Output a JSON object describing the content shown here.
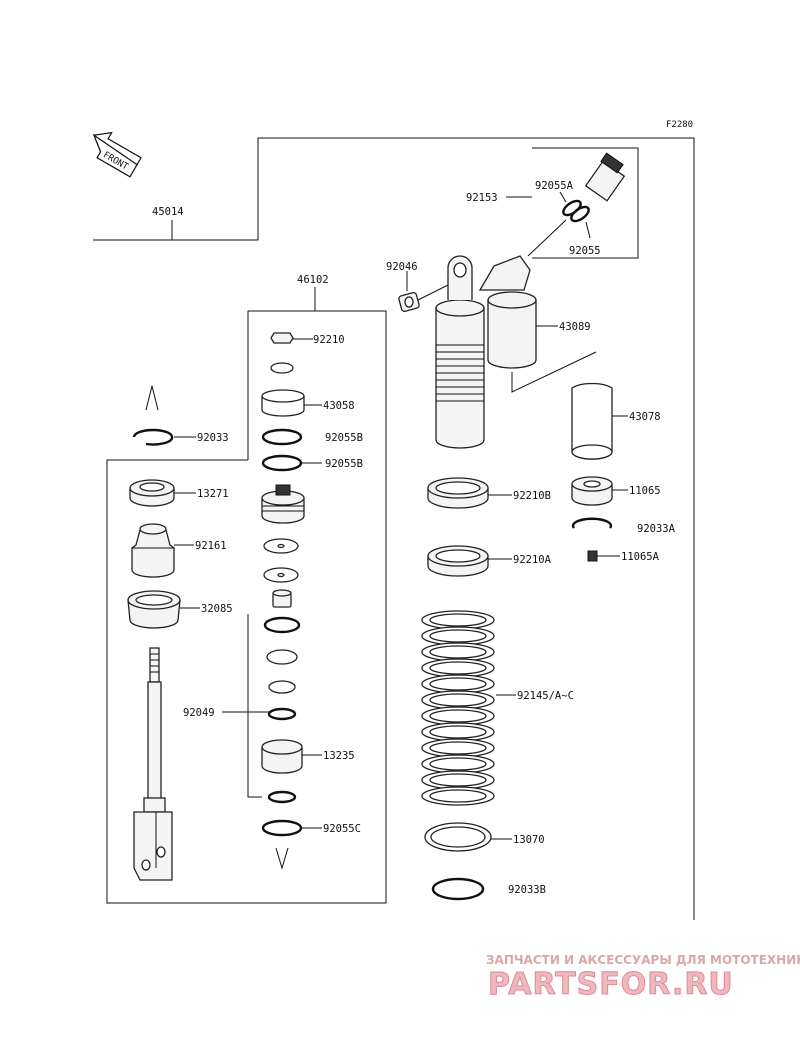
{
  "figure_code": "F2280",
  "front_label": "FRONT",
  "parts": {
    "p45014": "45014",
    "p46102": "46102",
    "p92210": "92210",
    "p43058": "43058",
    "p92055B_1": "92055B",
    "p92055B_2": "92055B",
    "p92033": "92033",
    "p13271": "13271",
    "p92161": "92161",
    "p32085": "32085",
    "p92049": "92049",
    "p13235": "13235",
    "p92055C": "92055C",
    "p92153": "92153",
    "p92055A": "92055A",
    "p92055": "92055",
    "p92046": "92046",
    "p43089": "43089",
    "p43078": "43078",
    "p92210B": "92210B",
    "p11065": "11065",
    "p92033A": "92033A",
    "p92210A": "92210A",
    "p11065A": "11065A",
    "p92145": "92145/A~C",
    "p13070": "13070",
    "p92033B": "92033B"
  },
  "watermark": {
    "top": "ЗАПЧАСТИ И АКСЕССУАРЫ ДЛЯ МОТОТЕХНИКИ",
    "brand": "PARTSFOR.RU"
  }
}
